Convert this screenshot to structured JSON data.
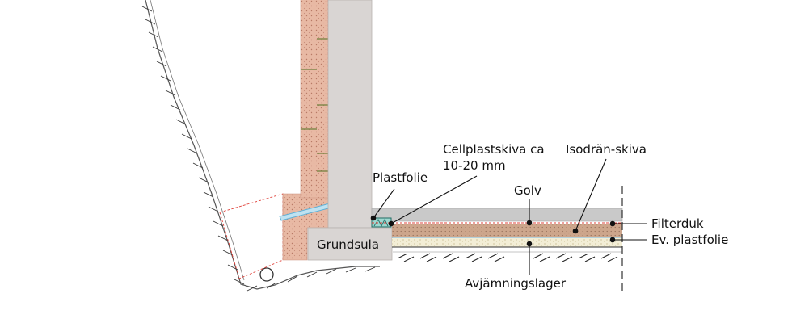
{
  "labels": {
    "cellplast_line1": "Cellplastskiva ca",
    "cellplast_line2": "10-20 mm",
    "isodran": "Isodrän-skiva",
    "plastfolie": "Plastfolie",
    "golv": "Golv",
    "filterduk": "Filterduk",
    "ev_plastfolie": "Ev. plastfolie",
    "grundsula": "Grundsula",
    "avjamningslager": "Avjämningslager"
  },
  "colors": {
    "concrete": "#d9d5d3",
    "insulation": "#e8b9a4",
    "insulation_dots": "#c98f7b",
    "isodran_board": "#cfa98e",
    "leveling_layer": "#f1ecd2",
    "floor_slab": "#c9c9c9",
    "filter_red": "#e0413a",
    "drainage_blue": "#5fb0d6",
    "hatch": "#222222"
  }
}
